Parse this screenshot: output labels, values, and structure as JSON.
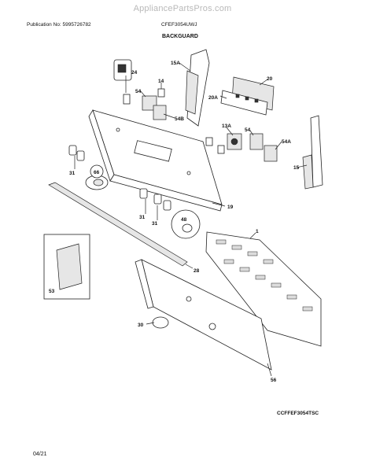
{
  "header": {
    "watermark": "AppliancePartsPros.com",
    "publication": "Publication No: 5995726782",
    "model": "CFEF3054UWJ",
    "section": "BACKGUARD"
  },
  "footer": {
    "diagram_code": "CCFFEF3054TSC",
    "date": "04/21"
  },
  "callouts": {
    "c24": "24",
    "c14": "14",
    "c15a": "15A",
    "c20": "20",
    "c20a": "20A",
    "c54_top": "54",
    "c54b": "54B",
    "c13a": "13A",
    "c54_mid": "54",
    "c54a": "54A",
    "c31_left": "31",
    "c66": "66",
    "c15": "15",
    "c19": "19",
    "c31_mid": "31",
    "c31_low": "31",
    "c48": "48",
    "c1": "1",
    "c28": "28",
    "c53": "53",
    "c30": "30",
    "c56": "56"
  }
}
